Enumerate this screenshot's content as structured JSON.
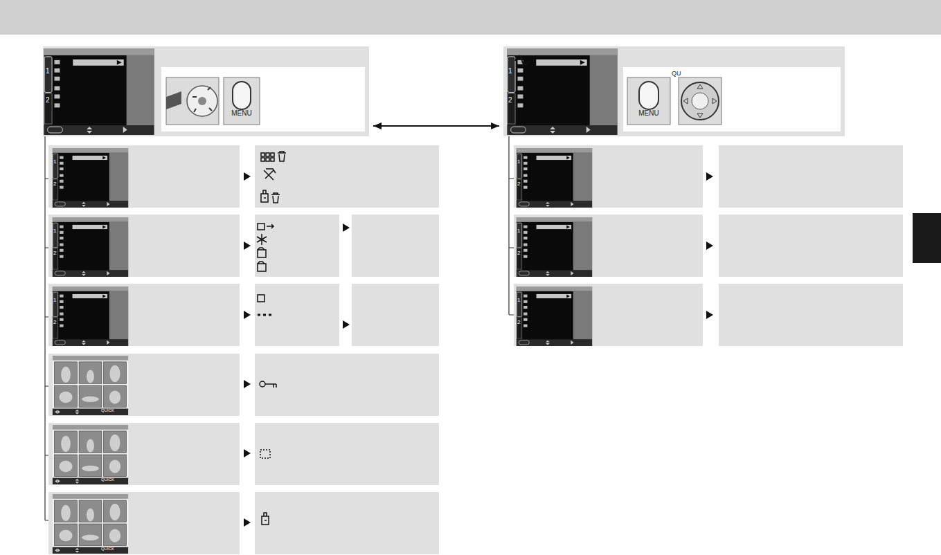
{
  "diagram": {
    "nodes": [
      {
        "text": [
          "MENU"
        ]
      },
      {
        "text": [
          "MENU"
        ]
      }
    ],
    "edges": [
      {
        "from": 0,
        "to": 1,
        "arrow": "both"
      }
    ],
    "labels": [
      "1",
      "2",
      "1",
      "2",
      "QU",
      "1",
      "2",
      "1",
      "2",
      "1",
      "2",
      "QUICK",
      "QUICK",
      "QUICK",
      "1",
      "2",
      "1",
      "2",
      "1",
      "2"
    ]
  }
}
